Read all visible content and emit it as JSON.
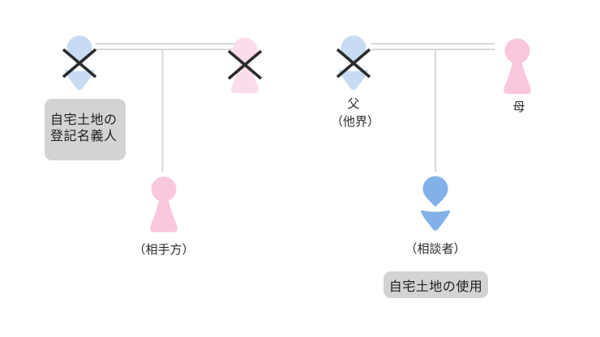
{
  "colors": {
    "background": "#ffffff",
    "light_blue": "#c7dcf3",
    "pale_pink": "#fbdcea",
    "pink": "#f9c8de",
    "medium_blue": "#81b1e8",
    "connector_gray": "#d8d8d8",
    "deceased_x": "#2b2b2b",
    "note_box_bg": "#d3d3d3",
    "text": "#2b2b2b"
  },
  "left_family": {
    "husband": {
      "gender": "male",
      "deceased": true,
      "note_line1": "自宅土地の",
      "note_line2": "登記名義人"
    },
    "wife": {
      "gender": "female",
      "deceased": true
    },
    "child": {
      "gender": "female",
      "label": "（相手方）"
    }
  },
  "right_family": {
    "father": {
      "gender": "male",
      "deceased": true,
      "label": "父",
      "sublabel": "（他界）"
    },
    "mother": {
      "gender": "female",
      "deceased": false,
      "label": "母"
    },
    "child": {
      "gender": "male",
      "deceased": false,
      "label": "（相談者）",
      "note": "自宅土地の使用"
    }
  }
}
